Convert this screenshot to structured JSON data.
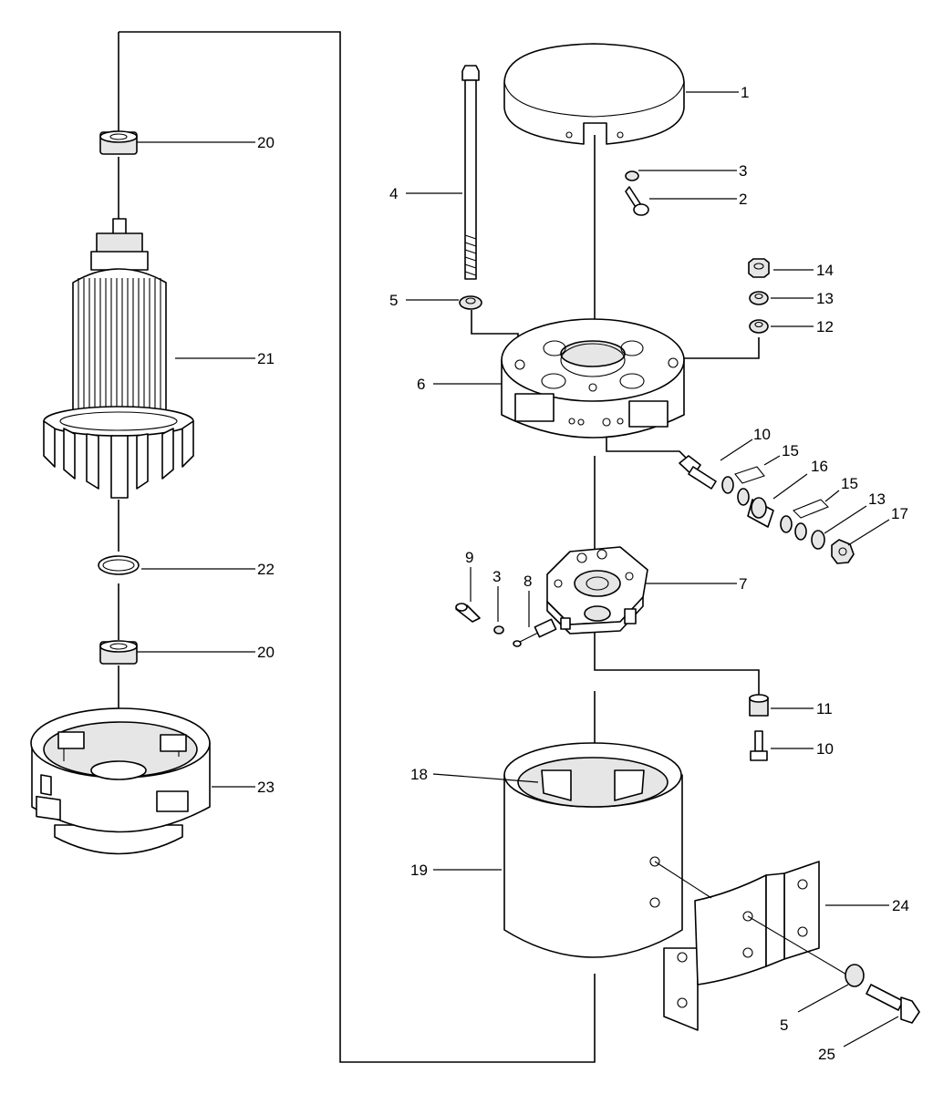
{
  "callouts": {
    "c1": "1",
    "c2": "2",
    "c3a": "3",
    "c3b": "3",
    "c4": "4",
    "c5a": "5",
    "c5b": "5",
    "c6": "6",
    "c7": "7",
    "c8": "8",
    "c9": "9",
    "c10a": "10",
    "c10b": "10",
    "c11": "11",
    "c12": "12",
    "c13a": "13",
    "c13b": "13",
    "c14": "14",
    "c15a": "15",
    "c15b": "15",
    "c16": "16",
    "c17": "17",
    "c18": "18",
    "c19": "19",
    "c20a": "20",
    "c20b": "20",
    "c21": "21",
    "c22": "22",
    "c23": "23",
    "c24": "24",
    "c25": "25"
  }
}
